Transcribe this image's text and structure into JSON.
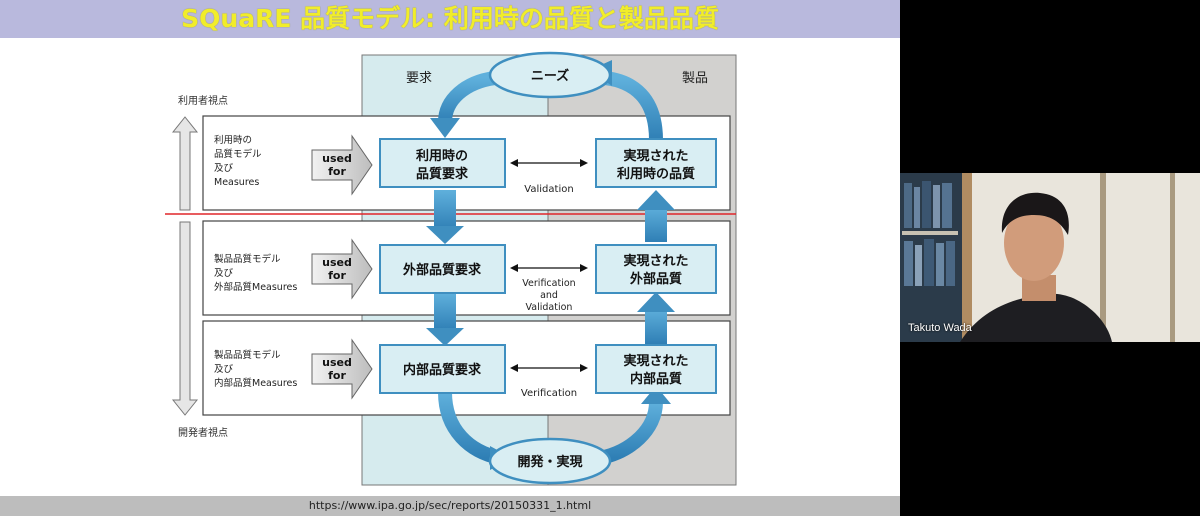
{
  "slide": {
    "title": "SQuaRE 品質モデル: 利用時の品質と製品品質",
    "footer_url": "https://www.ipa.go.jp/sec/reports/20150331_1.html",
    "diagram": {
      "column_requirements": "要求",
      "column_product": "製品",
      "needs": "ニーズ",
      "dev_impl": "開発・実現",
      "user_view": "利用者視点",
      "dev_view": "開発者視点",
      "used_for": [
        "used",
        "for"
      ],
      "rows": [
        {
          "model_label": [
            "利用時の",
            "品質モデル",
            "及び",
            "Measures"
          ],
          "requirement": [
            "利用時の",
            "品質要求"
          ],
          "relation": [
            "Validation"
          ],
          "realized": [
            "実現された",
            "利用時の品質"
          ]
        },
        {
          "model_label": [
            "製品品質モデル",
            "及び",
            "外部品質Measures"
          ],
          "requirement": [
            "外部品質要求"
          ],
          "relation": [
            "Verification",
            "and",
            "Validation"
          ],
          "realized": [
            "実現された",
            "外部品質"
          ]
        },
        {
          "model_label": [
            "製品品質モデル",
            "及び",
            "内部品質Measures"
          ],
          "requirement": [
            "内部品質要求"
          ],
          "relation": [
            "Verification"
          ],
          "realized": [
            "実現された",
            "内部品質"
          ]
        }
      ]
    }
  },
  "video": {
    "participant_name": "Takuto Wada"
  },
  "colors": {
    "title_text": "#f1ed2a",
    "title_bar": "#b9b9dd",
    "req_column": "#d6ebee",
    "product_column": "#d2d1cf",
    "box_fill": "#d9eef3",
    "arrow_blue": "#3f8fc0",
    "red_line": "#e0262a"
  }
}
